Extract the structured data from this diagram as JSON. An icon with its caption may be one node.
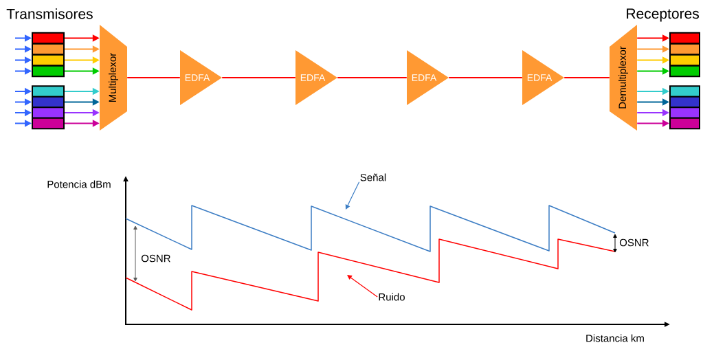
{
  "diagram": {
    "nodes": [
      {
        "text": [
          "Multiplexor"
        ]
      },
      {
        "text": [
          "EDFA"
        ]
      },
      {
        "text": [
          "EDFA"
        ]
      },
      {
        "text": [
          "EDFA"
        ]
      },
      {
        "text": [
          "EDFA"
        ]
      },
      {
        "text": [
          "Demultiplexor"
        ]
      },
      {
        "text": [],
        "shape": "box"
      },
      {
        "text": [],
        "shape": "box"
      },
      {
        "text": [],
        "shape": "box"
      },
      {
        "text": [],
        "shape": "box"
      },
      {
        "text": [],
        "shape": "box"
      },
      {
        "text": [],
        "shape": "box"
      },
      {
        "text": [],
        "shape": "box"
      },
      {
        "text": [],
        "shape": "box"
      },
      {
        "text": [],
        "shape": "box"
      },
      {
        "text": [],
        "shape": "box"
      },
      {
        "text": [],
        "shape": "box"
      },
      {
        "text": [],
        "shape": "box"
      },
      {
        "text": [],
        "shape": "box"
      },
      {
        "text": [],
        "shape": "box"
      },
      {
        "text": [],
        "shape": "box"
      },
      {
        "text": [],
        "shape": "box"
      },
      {
        "text": [
          "Señal"
        ]
      },
      {
        "text": [
          "Ruido"
        ]
      }
    ],
    "edges": [
      {
        "from": null,
        "to": 6,
        "arrow": "to",
        "color": "#3366ff"
      },
      {
        "from": null,
        "to": 7,
        "arrow": "to",
        "color": "#3366ff"
      },
      {
        "from": null,
        "to": 8,
        "arrow": "to",
        "color": "#3366ff"
      },
      {
        "from": null,
        "to": 9,
        "arrow": "to",
        "color": "#3366ff"
      },
      {
        "from": null,
        "to": 10,
        "arrow": "to",
        "color": "#3366ff"
      },
      {
        "from": null,
        "to": 11,
        "arrow": "to",
        "color": "#3366ff"
      },
      {
        "from": null,
        "to": 12,
        "arrow": "to",
        "color": "#3366ff"
      },
      {
        "from": null,
        "to": 13,
        "arrow": "to",
        "color": "#3366ff"
      },
      {
        "from": 6,
        "to": 0,
        "arrow": "to",
        "color": "#ff0000"
      },
      {
        "from": 7,
        "to": 0,
        "arrow": "to",
        "color": "#ff9933"
      },
      {
        "from": 8,
        "to": 0,
        "arrow": "to",
        "color": "#ffcc00"
      },
      {
        "from": 9,
        "to": 0,
        "arrow": "to",
        "color": "#00cc00"
      },
      {
        "from": 10,
        "to": 0,
        "arrow": "to",
        "color": "#33cccc"
      },
      {
        "from": 11,
        "to": 0,
        "arrow": "to",
        "color": "#006699"
      },
      {
        "from": 12,
        "to": 0,
        "arrow": "to",
        "color": "#9933ff"
      },
      {
        "from": 13,
        "to": 0,
        "arrow": "to",
        "color": "#cc0099"
      },
      {
        "from": 0,
        "to": 1,
        "arrow": "none",
        "color": "#ff0000"
      },
      {
        "from": 1,
        "to": 2,
        "arrow": "none",
        "color": "#ff0000"
      },
      {
        "from": 2,
        "to": 3,
        "arrow": "none",
        "color": "#ff0000"
      },
      {
        "from": 3,
        "to": 4,
        "arrow": "none",
        "color": "#ff0000"
      },
      {
        "from": 4,
        "to": 5,
        "arrow": "none",
        "color": "#ff0000"
      },
      {
        "from": 5,
        "to": 14,
        "arrow": "to",
        "color": "#ff0000"
      },
      {
        "from": 5,
        "to": 15,
        "arrow": "to",
        "color": "#ff9933"
      },
      {
        "from": 5,
        "to": 16,
        "arrow": "to",
        "color": "#ffcc00"
      },
      {
        "from": 5,
        "to": 17,
        "arrow": "to",
        "color": "#00cc00"
      },
      {
        "from": 5,
        "to": 18,
        "arrow": "to",
        "color": "#33cccc"
      },
      {
        "from": 5,
        "to": 19,
        "arrow": "to",
        "color": "#006699"
      },
      {
        "from": 5,
        "to": 20,
        "arrow": "to",
        "color": "#9933ff"
      },
      {
        "from": 5,
        "to": 21,
        "arrow": "to",
        "color": "#cc0099"
      },
      {
        "from": 22,
        "to": null,
        "arrow": "to",
        "color": "#3c7dc4"
      },
      {
        "from": 23,
        "to": null,
        "arrow": "to",
        "color": "#ff0000"
      }
    ],
    "labels": [
      "Transmisores",
      "Receptores",
      "Potencia dBm",
      "OSNR",
      "OSNR",
      "Distancia km"
    ]
  }
}
